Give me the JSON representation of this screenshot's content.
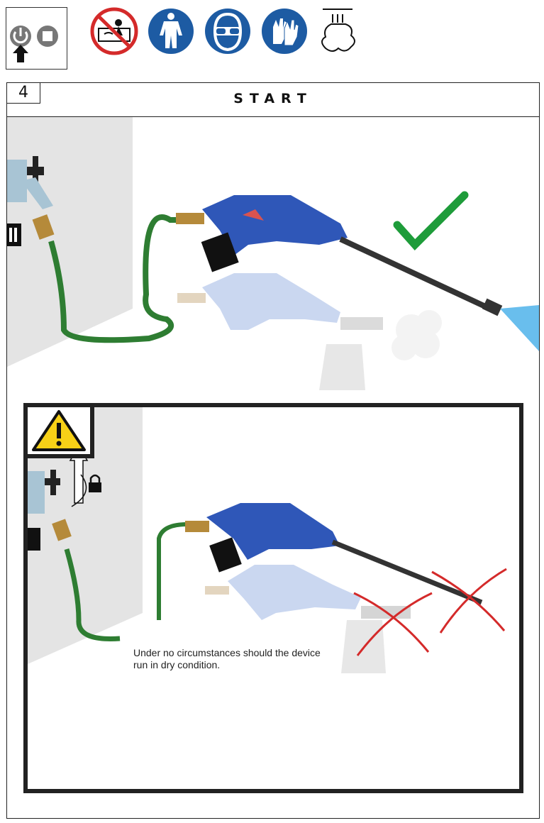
{
  "step": {
    "number": "4",
    "title": "START"
  },
  "safety_icons": [
    "power-icon",
    "stop-icon",
    "no-children-icon",
    "protective-clothing-icon",
    "safety-goggles-icon",
    "gloves-icon",
    "no-vapor-icon"
  ],
  "warning": {
    "icon": "warning-triangle-icon",
    "lock_icon": "lock-icon",
    "text_line1": "Under no circumstances should the device",
    "text_line2": "run in dry condition."
  },
  "colors": {
    "tool_blue": "#2f57b8",
    "hose_green": "#2e7d32",
    "check_green": "#1e9c3a",
    "cross_red": "#d42a2a",
    "warning_yellow": "#f7d117"
  }
}
